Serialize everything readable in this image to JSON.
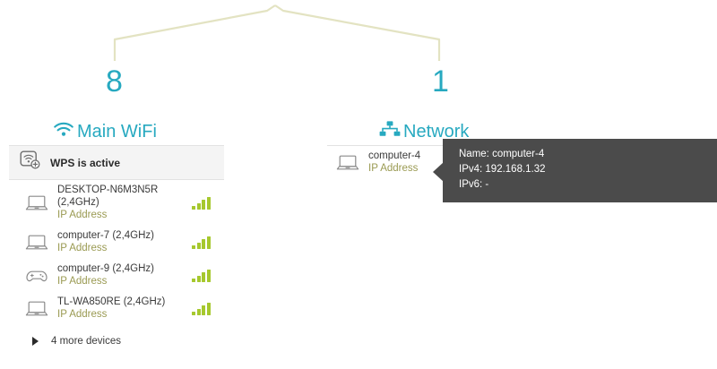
{
  "topology": {
    "line_color": "#e3e3c2",
    "accent_color": "#27a9c0",
    "signal_color": "#a6c82e",
    "ip_color": "#9a9a52"
  },
  "branches": [
    {
      "id": "main-wifi",
      "count": "8",
      "title": "Main WiFi",
      "icon": "wifi-icon"
    },
    {
      "id": "network",
      "count": "1",
      "title": "Network",
      "icon": "network-sitemap-icon"
    }
  ],
  "wifi_card": {
    "wps": {
      "label": "WPS is active",
      "icon": "wps-icon"
    },
    "devices": [
      {
        "icon": "laptop-icon",
        "name": "DESKTOP-N6M3N5R (2,4GHz)",
        "ip_label": "IP Address",
        "signal_bars": 4
      },
      {
        "icon": "laptop-icon",
        "name": "computer-7 (2,4GHz)",
        "ip_label": "IP Address",
        "signal_bars": 4
      },
      {
        "icon": "gamepad-icon",
        "name": "computer-9 (2,4GHz)",
        "ip_label": "IP Address",
        "signal_bars": 4
      },
      {
        "icon": "laptop-icon",
        "name": "TL-WA850RE (2,4GHz)",
        "ip_label": "IP Address",
        "signal_bars": 4
      }
    ],
    "more": {
      "label": "4 more devices",
      "icon": "triangle-right-icon"
    }
  },
  "network_card": {
    "devices": [
      {
        "icon": "laptop-icon",
        "name": "computer-4",
        "ip_label": "IP Address"
      }
    ]
  },
  "tooltip": {
    "name_line": "Name: computer-4",
    "ipv4_line": "IPv4: 192.168.1.32",
    "ipv6_line": "IPv6: -"
  }
}
